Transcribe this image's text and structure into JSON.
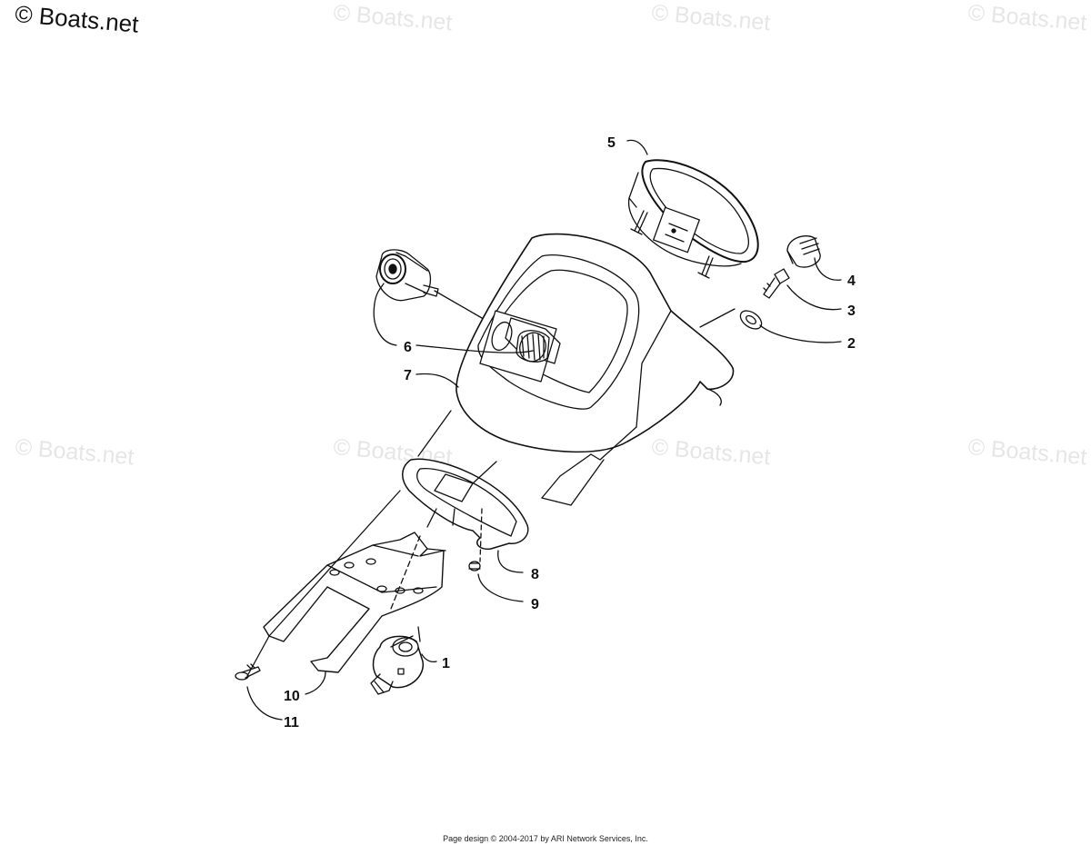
{
  "watermarks": {
    "primary": "© Boats.net",
    "faint": "© Boats.net"
  },
  "diagram": {
    "callouts": {
      "c1": "1",
      "c2": "2",
      "c3": "3",
      "c4": "4",
      "c5": "5",
      "c6": "6",
      "c7": "7",
      "c8": "8",
      "c9": "9",
      "c10": "10",
      "c11": "11"
    }
  },
  "footer": {
    "text": "Page design © 2004-2017 by ARI Network Services, Inc."
  }
}
